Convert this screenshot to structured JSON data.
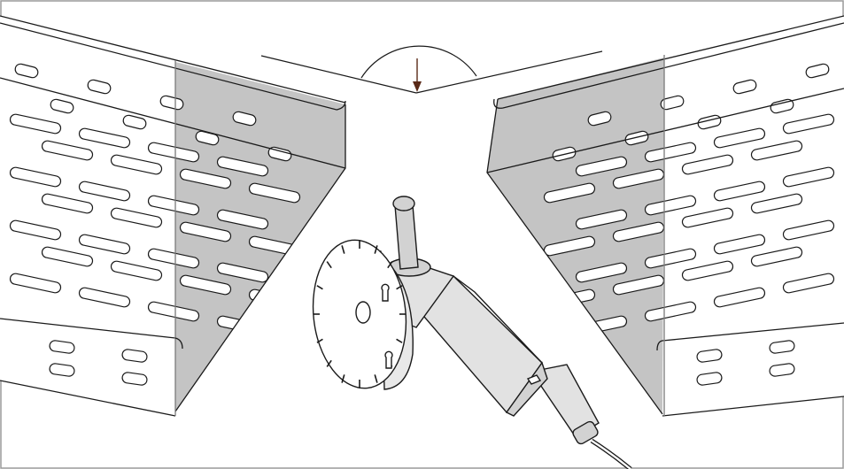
{
  "figure": {
    "frame_color": "#9a9a9a",
    "line_color": "#1a1a1a",
    "tray_face_color": "#ffffff",
    "cut_region_color": "#c4c4c4",
    "handle_color": "#d2d2d2",
    "body_color": "#e2e2e2",
    "arrow_color": "#5a2a18"
  },
  "left_tray": {
    "icon": "perforated-cable-tray",
    "visible_slot_rows": 9,
    "visible_slots_per_row": 4
  },
  "right_tray": {
    "icon": "perforated-cable-tray",
    "visible_slot_rows": 9,
    "visible_slots_per_row": 4
  },
  "miter_angle": {
    "icon": "angle-arc-with-arrow"
  },
  "tool": {
    "icon": "angle-grinder-with-cutting-disc"
  }
}
